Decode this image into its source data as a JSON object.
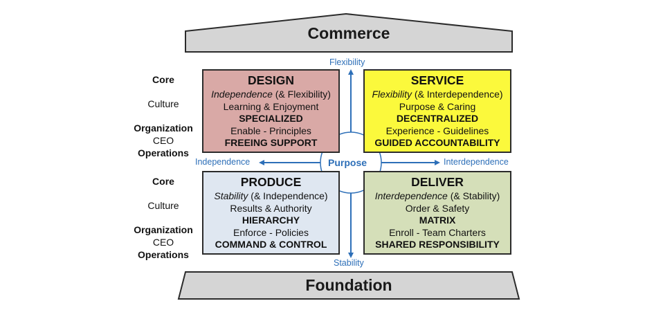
{
  "colors": {
    "design": "#d9a9a6",
    "service": "#fbf93c",
    "produce": "#dfe7f1",
    "deliver": "#d5dfb9",
    "banner": "#d5d5d5",
    "axis": "#2d6fb8"
  },
  "roof": {
    "label": "Commerce"
  },
  "base": {
    "label": "Foundation"
  },
  "axes": {
    "top": "Flexibility",
    "bottom": "Stability",
    "left": "Independence",
    "right": "Interdependence",
    "center": "Purpose"
  },
  "row_labels": [
    {
      "core": "Core",
      "culture": "Culture",
      "organization": "Organization",
      "ceo": "CEO",
      "operations": "Operations"
    },
    {
      "core": "Core",
      "culture": "Culture",
      "organization": "Organization",
      "ceo": "CEO",
      "operations": "Operations"
    }
  ],
  "quadrants": {
    "design": {
      "title": "DESIGN",
      "core_em": "Independence",
      "core_rest": " (& Flexibility)",
      "culture": "Learning & Enjoyment",
      "organization": "SPECIALIZED",
      "ceo": "Enable - Principles",
      "operations": "FREEING SUPPORT"
    },
    "service": {
      "title": "SERVICE",
      "core_em": "Flexibility",
      "core_rest": " (& Interdependence)",
      "culture": "Purpose & Caring",
      "organization": "DECENTRALIZED",
      "ceo": "Experience - Guidelines",
      "operations": "GUIDED ACCOUNTABILITY"
    },
    "produce": {
      "title": "PRODUCE",
      "core_em": "Stability",
      "core_rest": " (& Independence)",
      "culture": "Results & Authority",
      "organization": "HIERARCHY",
      "ceo": "Enforce - Policies",
      "operations": "COMMAND & CONTROL"
    },
    "deliver": {
      "title": "DELIVER",
      "core_em": "Interdependence",
      "core_rest": " (& Stability)",
      "culture": "Order & Safety",
      "organization": "MATRIX",
      "ceo": "Enroll - Team Charters",
      "operations": "SHARED RESPONSIBILITY"
    }
  }
}
